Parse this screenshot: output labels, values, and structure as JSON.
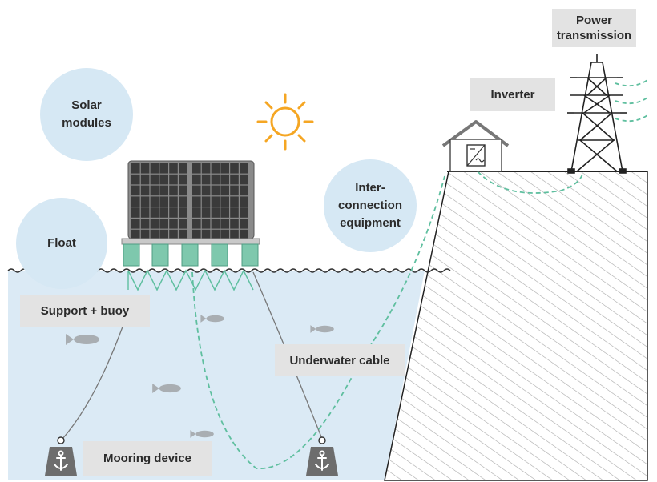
{
  "colors": {
    "water": "#dbeaf5",
    "bubble": "#d6e8f4",
    "label_box": "#e3e3e3",
    "cable": "#5fbf9f",
    "float": "#7ec8ad",
    "panel": "#3a3a3a",
    "sun": "#f5a623",
    "ground_hatch": "#9a9a9a",
    "fish": "#a9aeb2",
    "anchor_block": "#6d6d6d"
  },
  "icons": [
    "sun-icon",
    "anchor-icon",
    "fish-icon",
    "house-icon",
    "inverter-icon",
    "pylon-icon",
    "solar-panel-icon"
  ],
  "labels": {
    "solar_modules": "Solar\nmodules",
    "float": "Float",
    "interconnection": "Inter-\nconnection\nequipment",
    "support_buoy": "Support + buoy",
    "underwater_cable": "Underwater cable",
    "mooring_device": "Mooring device",
    "inverter": "Inverter",
    "power_transmission": "Power\ntransmission"
  }
}
